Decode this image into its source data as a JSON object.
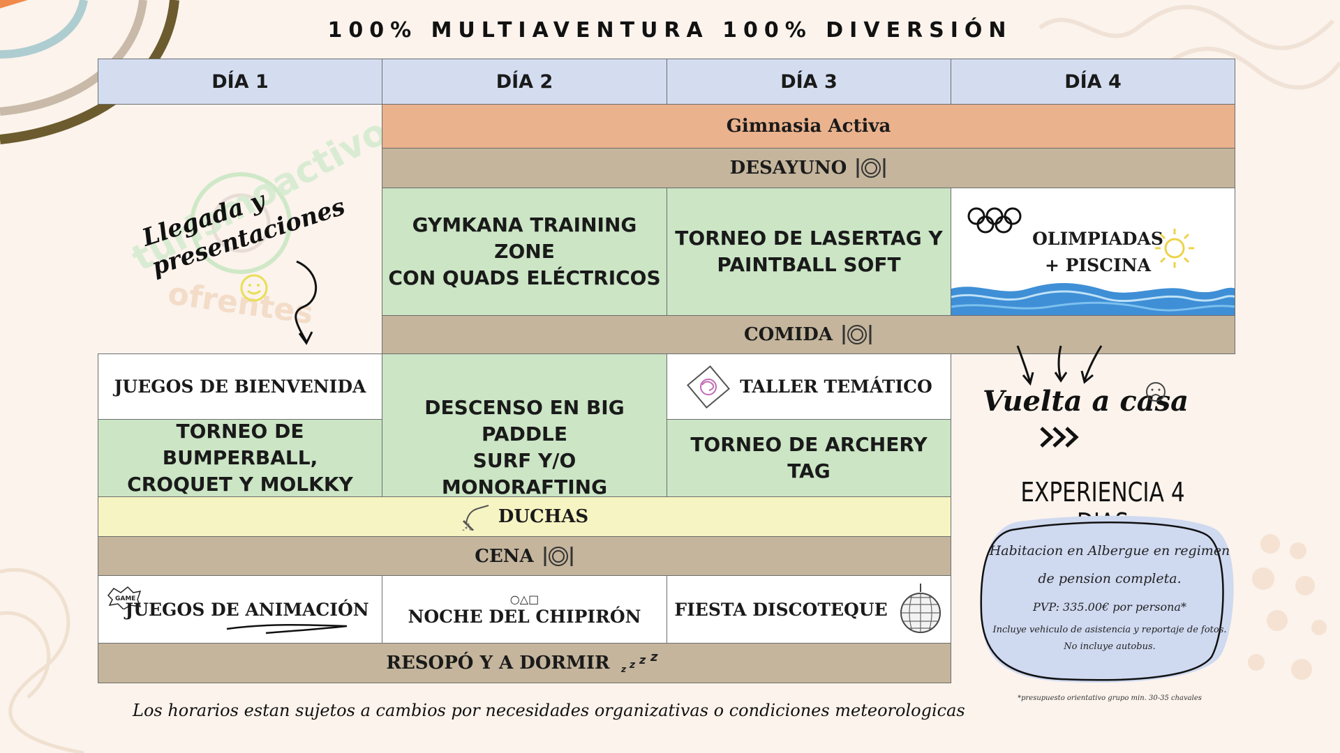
{
  "title": "100% MULTIAVENTURA 100% DIVERSIÓN",
  "watermark": {
    "brand": "turismoactivo",
    "sub": "ofrentes"
  },
  "days": [
    "DÍA 1",
    "DÍA 2",
    "DÍA 3",
    "DÍA 4"
  ],
  "rows": {
    "gimnasia": "Gimnasia Activa",
    "desayuno": "DESAYUNO",
    "comida": "COMIDA",
    "duchas": "DUCHAS",
    "cena": "CENA",
    "resopo": "RESOPÓ Y A DORMIR"
  },
  "day1": {
    "arrival": [
      "Llegada y",
      "presentaciones"
    ],
    "welcome_games": "JUEGOS DE BIENVENIDA",
    "tournament": [
      "TORNEO DE BUMPERBALL,",
      "CROQUET Y MOLKKY"
    ],
    "night": "JUEGOS DE ANIMACIÓN"
  },
  "day2": {
    "morning": [
      "GYMKANA TRAINING ZONE",
      "CON QUADS ELÉCTRICOS"
    ],
    "afternoon": [
      "DESCENSO EN BIG PADDLE",
      "SURF Y/O MONORAFTING"
    ],
    "night_symbols": "○△□",
    "night": "NOCHE DEL CHIPIRÓN"
  },
  "day3": {
    "morning": [
      "TORNEO DE LASERTAG Y",
      "PAINTBALL SOFT"
    ],
    "workshop": "TALLER TEMÁTICO",
    "archery": "TORNEO DE ARCHERY TAG",
    "night": "FIESTA DISCOTEQUE"
  },
  "day4": {
    "morning": [
      "OLIMPIADAS",
      "+ PISCINA"
    ],
    "return": "Vuelta a casa"
  },
  "experience": {
    "heading": "EXPERIENCIA 4 DIAS",
    "line1": "Habitacion en Albergue en regimen",
    "line2": "de pension completa.",
    "price": "PVP: 335.00€ por persona*",
    "note1": "Incluye vehiculo de asistencia y reportaje de fotos.",
    "note2": "No incluye autobus.",
    "footnote": "*presupuesto orientativo grupo min. 30-35 chavales"
  },
  "disclaimer": "Los horarios estan sujetos a cambios por necesidades organizativas o condiciones meteorologicas",
  "colors": {
    "header": "#d4ddf0",
    "gimnasia": "#eab28d",
    "meal": "#c4b59c",
    "activity": "#cbe5c5",
    "showers": "#f6f4c2",
    "background": "#fbf3ec"
  }
}
